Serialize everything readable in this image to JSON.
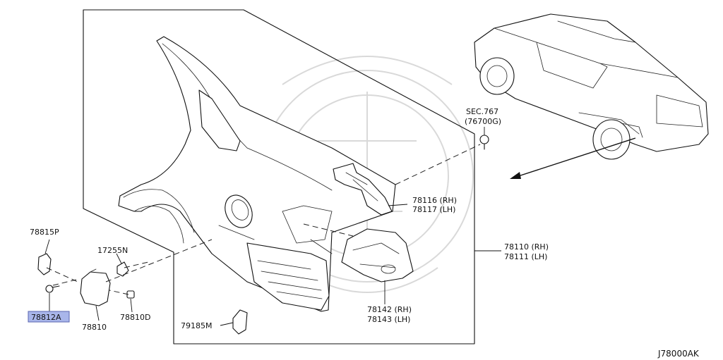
{
  "diagram": {
    "code": "J78000AK",
    "section_ref": {
      "line1": "SEC.767",
      "line2": "(76700G)"
    },
    "labels": {
      "p78815P": "78815P",
      "p78812A": "78812A",
      "p17255N": "17255N",
      "p78810": "78810",
      "p78810D": "78810D",
      "p79185M": "79185M",
      "p78116": "78116 (RH)",
      "p78117": "78117 (LH)",
      "p78110": "78110 (RH)",
      "p78111": "78111 (LH)",
      "p78142": "78142 (RH)",
      "p78143": "78143 (LH)"
    },
    "highlight_color": "#a9b6ea"
  }
}
